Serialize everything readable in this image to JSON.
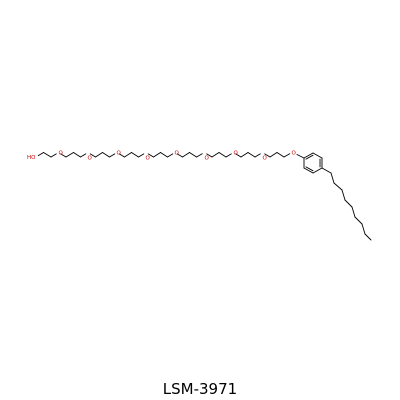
{
  "molecule": {
    "name": "LSM-3971",
    "atom_labels": {
      "hydroxyl": "HO",
      "ether_oxygen": "O"
    },
    "colors": {
      "bond": "#000000",
      "oxygen": "#cc0000",
      "background": "#ffffff"
    }
  }
}
